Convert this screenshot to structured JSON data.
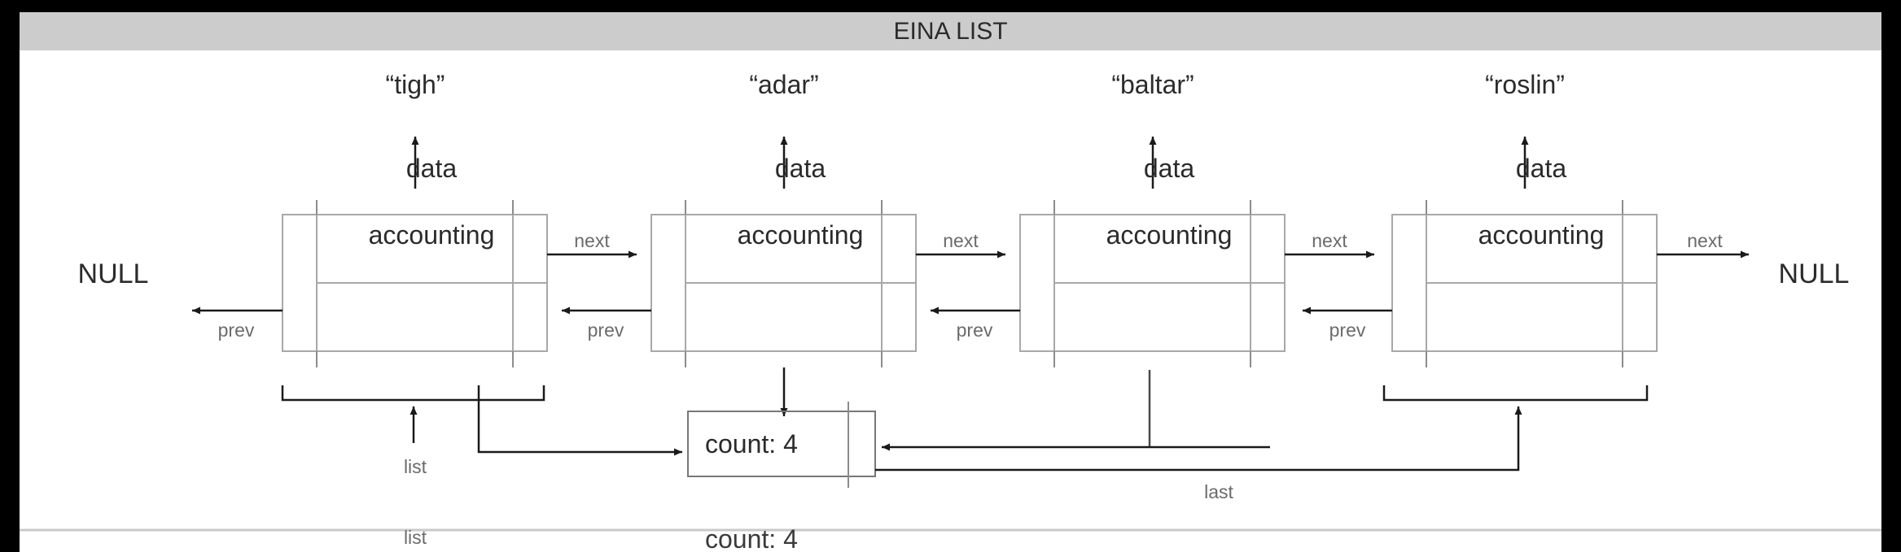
{
  "header": {
    "title": "EINA LIST",
    "bar_color": "#cccccc"
  },
  "colors": {
    "page_background": "#ffffff",
    "outer_background": "#000000",
    "box_border": "#a8a8a8",
    "guide_line": "#8c8c8c",
    "arrow": "#1a1a1a",
    "text_dark": "#2b2b2b",
    "text_gray": "#6b6b6b"
  },
  "diagram": {
    "type": "doubly-linked-list",
    "terminators": {
      "left": "NULL",
      "right": "NULL"
    },
    "nodes": [
      {
        "title": "“tigh”",
        "data_label": "data",
        "accounting_label": "accounting",
        "next_label": "next",
        "prev_label": "prev"
      },
      {
        "title": "“adar”",
        "data_label": "data",
        "accounting_label": "accounting",
        "next_label": "next",
        "prev_label": "prev"
      },
      {
        "title": "“baltar”",
        "data_label": "data",
        "accounting_label": "accounting",
        "next_label": "next",
        "prev_label": "prev"
      },
      {
        "title": "“roslin”",
        "data_label": "data",
        "accounting_label": "accounting",
        "next_label": "next",
        "prev_label": "prev"
      }
    ],
    "accounting_block": {
      "count_label": "count: 4",
      "count_value": 4,
      "list_pointer_label": "list",
      "last_pointer_label": "last"
    }
  },
  "bottom_echo": {
    "list_label": "list",
    "count_label": "count: 4"
  }
}
